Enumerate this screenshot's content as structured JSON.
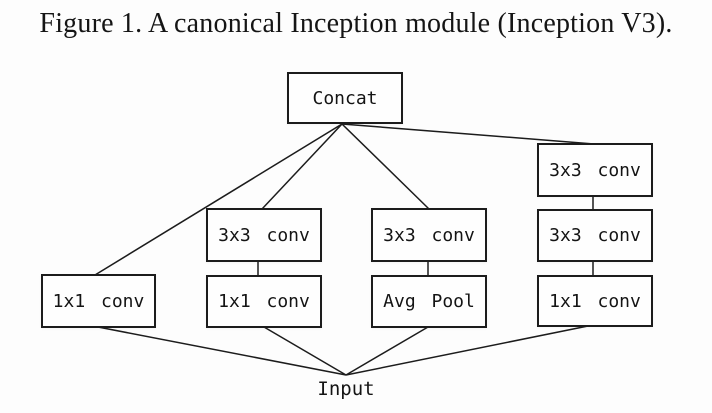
{
  "caption": "Figure 1. A canonical Inception module (Inception V3).",
  "diagram": {
    "output_node": {
      "label": "Concat"
    },
    "branches": [
      {
        "nodes": [
          {
            "label": "1x1 conv"
          }
        ]
      },
      {
        "nodes": [
          {
            "label": "3x3 conv"
          },
          {
            "label": "1x1 conv"
          }
        ]
      },
      {
        "nodes": [
          {
            "label": "3x3 conv"
          },
          {
            "label": "Avg Pool"
          }
        ]
      },
      {
        "nodes": [
          {
            "label": "3x3 conv"
          },
          {
            "label": "3x3 conv"
          },
          {
            "label": "1x1 conv"
          }
        ]
      }
    ],
    "input_label": "Input",
    "colors": {
      "line": "#1c1c1c",
      "box_border": "#1c1c1c",
      "box_fill": "#fefefe",
      "text": "#141414",
      "background": "#fdfdfd"
    }
  }
}
